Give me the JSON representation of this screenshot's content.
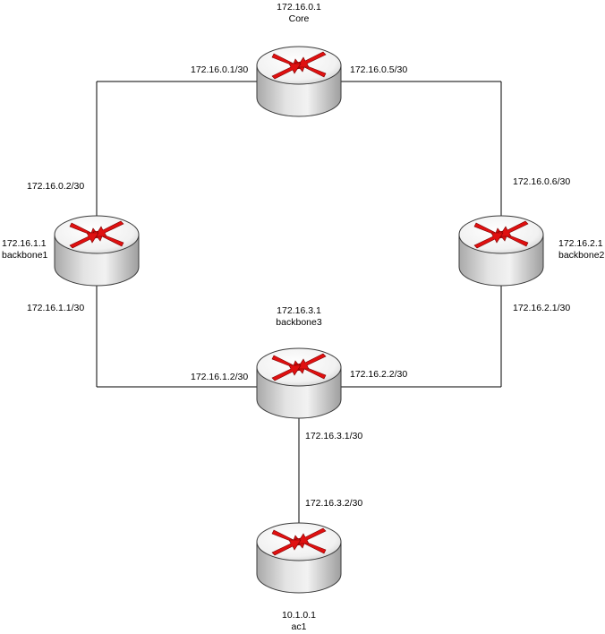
{
  "routers": [
    {
      "id": "core",
      "ip": "172.16.0.1",
      "name": "Core"
    },
    {
      "id": "backbone1",
      "ip": "172.16.1.1",
      "name": "backbone1"
    },
    {
      "id": "backbone2",
      "ip": "172.16.2.1",
      "name": "backbone2"
    },
    {
      "id": "backbone3",
      "ip": "172.16.3.1",
      "name": "backbone3"
    },
    {
      "id": "ac1",
      "ip": "10.1.0.1",
      "name": "ac1"
    }
  ],
  "interfaces": {
    "core_left": "172.16.0.1/30",
    "core_right": "172.16.0.5/30",
    "backbone1_top": "172.16.0.2/30",
    "backbone1_bottom": "172.16.1.1/30",
    "backbone2_top": "172.16.0.6/30",
    "backbone2_bottom": "172.16.2.1/30",
    "backbone3_left": "172.16.1.2/30",
    "backbone3_right": "172.16.2.2/30",
    "backbone3_bottom": "172.16.3.1/30",
    "ac1_top": "172.16.3.2/30"
  },
  "colors": {
    "arrow": "#e01010",
    "line": "#000000",
    "router_body": "#cfcfcf"
  }
}
